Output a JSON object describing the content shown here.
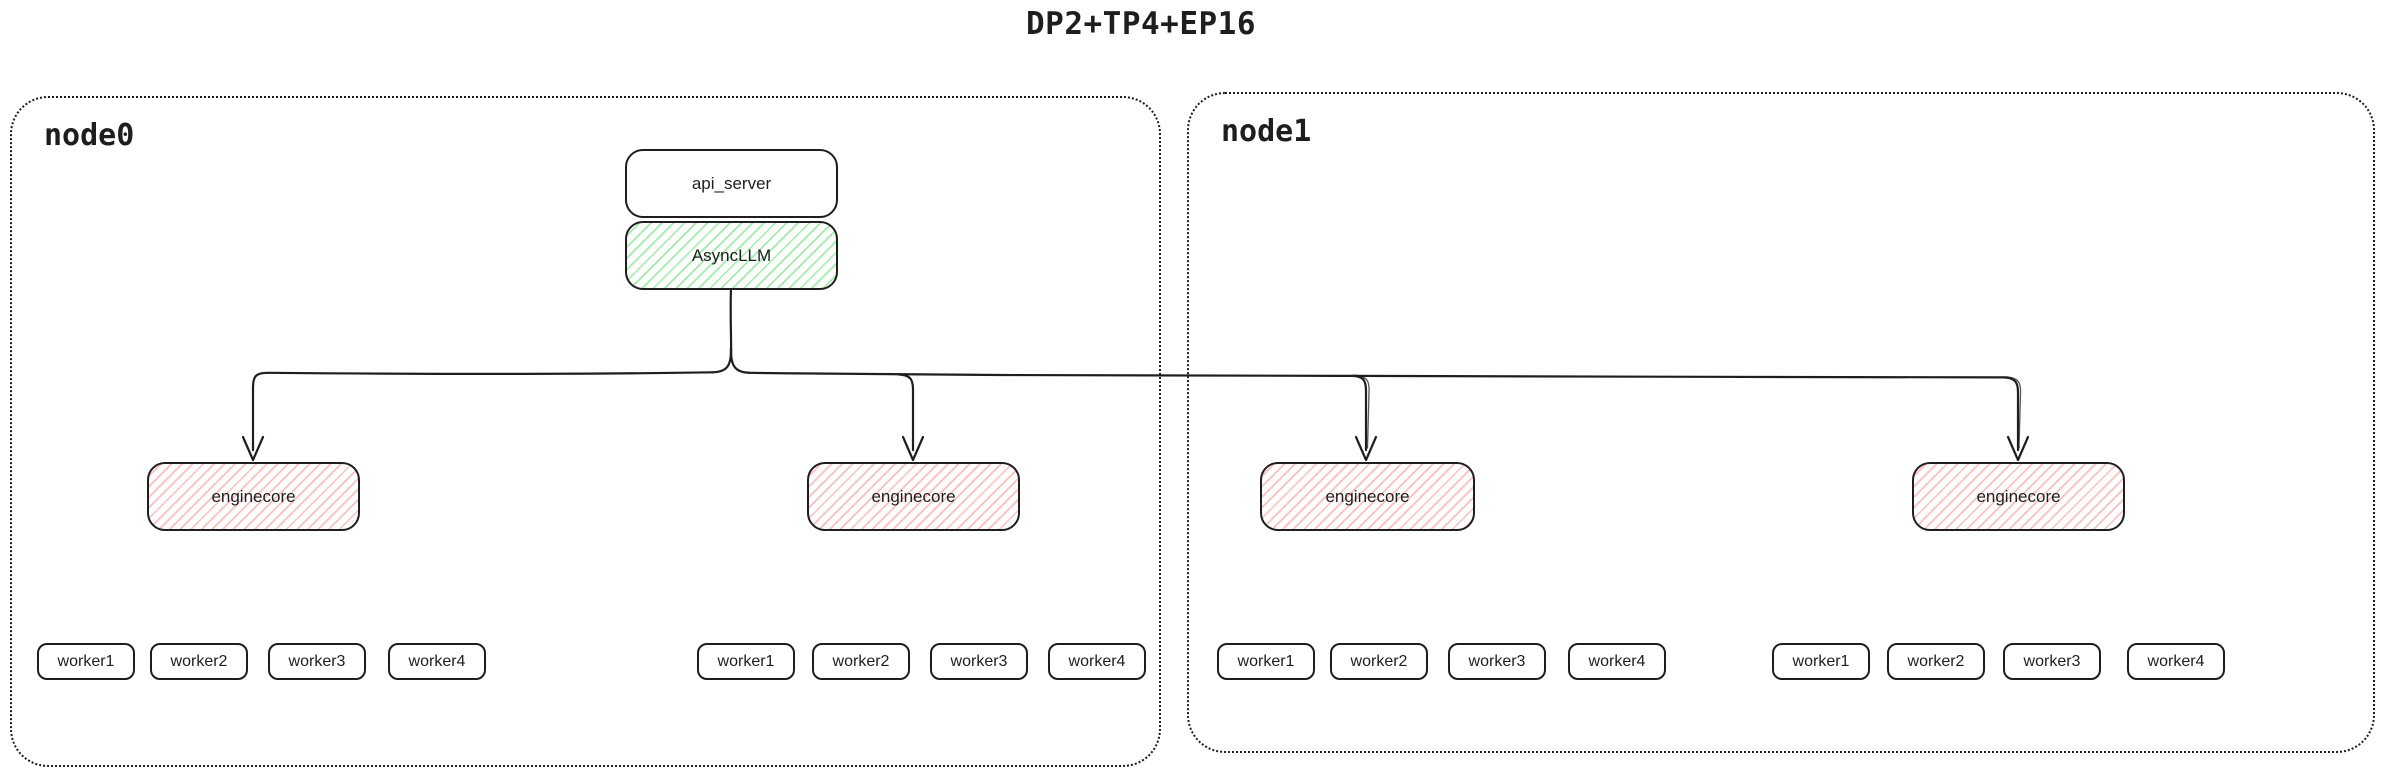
{
  "title": "DP2+TP4+EP16",
  "colors": {
    "stroke": "#1e1e1e",
    "green_hatch": "#9ef0a8",
    "red_hatch": "#ffbdbd",
    "background": "#ffffff"
  },
  "nodes": [
    {
      "label": "node0",
      "stack": {
        "api_server": "api_server",
        "async_llm": "AsyncLLM"
      },
      "engine_groups": [
        {
          "enginecore": "enginecore",
          "workers": [
            "worker1",
            "worker2",
            "worker3",
            "worker4"
          ]
        },
        {
          "enginecore": "enginecore",
          "workers": [
            "worker1",
            "worker2",
            "worker3",
            "worker4"
          ]
        }
      ]
    },
    {
      "label": "node1",
      "engine_groups": [
        {
          "enginecore": "enginecore",
          "workers": [
            "worker1",
            "worker2",
            "worker3",
            "worker4"
          ]
        },
        {
          "enginecore": "enginecore",
          "workers": [
            "worker1",
            "worker2",
            "worker3",
            "worker4"
          ]
        }
      ]
    }
  ]
}
